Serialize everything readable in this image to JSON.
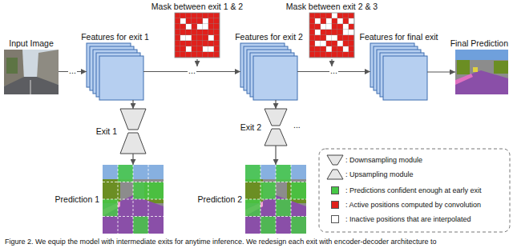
{
  "diagram": {
    "caption": "Figure 2. We equip the model with intermediate exits for anytime inference. We redesign each exit with encoder-decoder architecture to",
    "nodes": [
      {
        "text": [
          "Input Image"
        ]
      },
      {
        "text": [
          "Features for exit 1"
        ]
      },
      {
        "text": [
          "Mask between exit 1 & 2"
        ]
      },
      {
        "text": [
          "Features for exit 2"
        ]
      },
      {
        "text": [
          "Mask between exit 2 & 3"
        ]
      },
      {
        "text": [
          "Features for final exit"
        ]
      },
      {
        "text": [
          "Final Prediction"
        ]
      },
      {
        "text": [
          "Exit 1"
        ]
      },
      {
        "text": [
          "Prediction 1"
        ]
      },
      {
        "text": [
          "Exit 2"
        ]
      },
      {
        "text": [
          "Prediction 2"
        ]
      }
    ],
    "edges": [
      {
        "from": 0,
        "to": 1,
        "arrow": "to",
        "label": "..."
      },
      {
        "from": 1,
        "to": 3,
        "arrow": "to",
        "label": "..."
      },
      {
        "from": 3,
        "to": 5,
        "arrow": "to",
        "label": "..."
      },
      {
        "from": 5,
        "to": 6,
        "arrow": "to"
      },
      {
        "from": 1,
        "to": 7,
        "arrow": "to"
      },
      {
        "from": 7,
        "to": 8,
        "arrow": "to"
      },
      {
        "from": 3,
        "to": 9,
        "arrow": "to"
      },
      {
        "from": 9,
        "to": 10,
        "arrow": "to"
      }
    ],
    "labels": [
      "..."
    ],
    "legend": [
      {
        "text": ": Downsampling module"
      },
      {
        "text": ": Upsampling module"
      },
      {
        "text": ": Predictions confident enough at early exit",
        "color": "#46c846"
      },
      {
        "text": ": Active positions computed by convolution",
        "color": "#e0201b"
      },
      {
        "text": ": Inactive positions that are interpolated",
        "color": "#ffffff"
      }
    ]
  }
}
